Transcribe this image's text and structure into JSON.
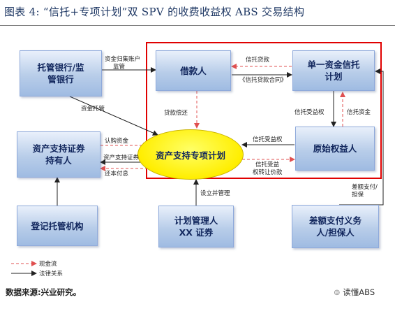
{
  "title": "图表 4:   “信托+专项计划”双 SPV 的收费收益权 ABS 交易结构",
  "nodes": {
    "custodian_bank": [
      "托管银行/监",
      "管银行"
    ],
    "borrower": "借款人",
    "single_trust": [
      "单一资金信托",
      "计划"
    ],
    "spv_plan": "资产支持专项计划",
    "holders": [
      "资产支持证券",
      "持有人"
    ],
    "original_beneficiary": "原始权益人",
    "registrar": "登记托管机构",
    "manager": [
      "计划管理人",
      "XX 证券"
    ],
    "guarantor": [
      "差额支付义务",
      "人/担保人"
    ]
  },
  "edge_labels": {
    "fund_collection": [
      "资金归集账户",
      "监管"
    ],
    "trust_loan": "信托贷款",
    "trust_loan_contract": "《信托贷款合同》",
    "fund_custody": "资金托管",
    "loan_repayment": "贷款偿还",
    "trust_beneficial_right": "信托受益权",
    "trust_funds": "信托资金",
    "subscription": "认购资金",
    "abs": "资产支持证券",
    "principal_interest": "还本付息",
    "trust_beneficial_right_2": "信托受益权",
    "trust_benefit_transfer": [
      "信托受益",
      "权转让价款"
    ],
    "setup_manage": "设立并管理",
    "guarantee": [
      "差额支付/",
      "担保"
    ]
  },
  "legend": {
    "cash_flow": "现金流",
    "legal_relation": "法律关系"
  },
  "source": "数据来源:兴业研究。",
  "brand": "读懂ABS",
  "colors": {
    "frame_red": "#e00000",
    "ellipse_yellow": "#ffee00",
    "box_blue": "#b8cde9",
    "text_navy": "#10255c"
  }
}
